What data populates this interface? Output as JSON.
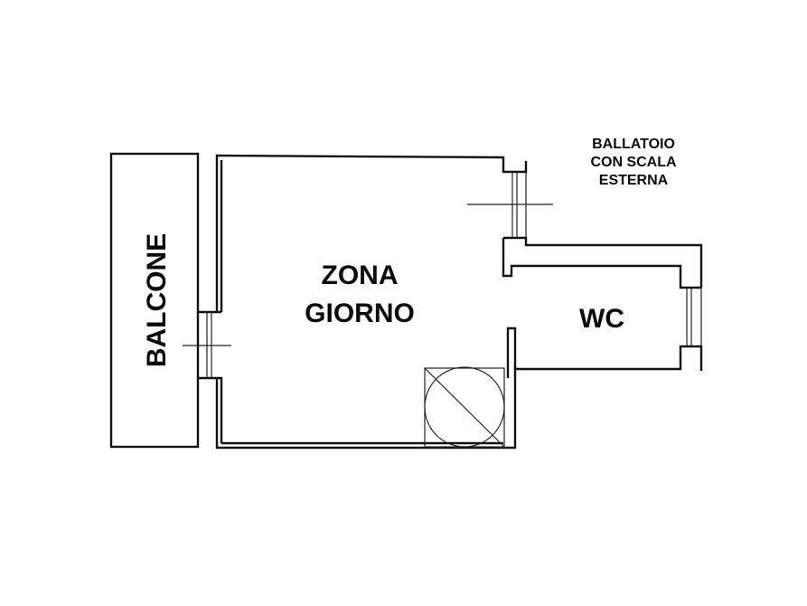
{
  "plan": {
    "rooms": [
      {
        "id": "balcone",
        "label": "BALCONE"
      },
      {
        "id": "zona-giorno",
        "label_line1": "ZONA",
        "label_line2": "GIORNO"
      },
      {
        "id": "wc",
        "label": "WC"
      }
    ],
    "annotation": {
      "line1": "BALLATOIO",
      "line2": "CON SCALA",
      "line3": "ESTERNA"
    },
    "colors": {
      "line": "#111111",
      "background": "#ffffff"
    }
  }
}
